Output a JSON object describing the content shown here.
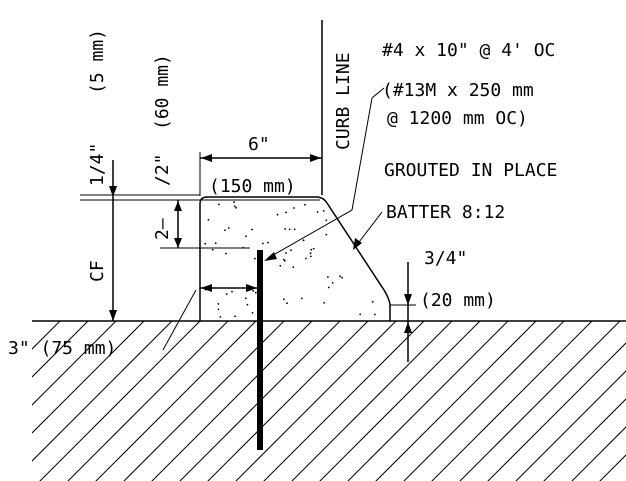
{
  "labels": {
    "quarter_in": "1/4\"",
    "five_mm": "(5 mm)",
    "half_in": "/2\"",
    "sixty_mm": "(60 mm)",
    "curb_line": "CURB LINE",
    "six_in": "6\"",
    "one_fifty_mm": "(150 mm)",
    "two_dash": "2–",
    "cf": "CF",
    "three_in_75mm": "3\" (75 mm)",
    "rebar_line1": "#4 x 10\" @ 4' OC",
    "rebar_line2": "(#13M x 250 mm",
    "rebar_line3": "@ 1200 mm OC)",
    "grouted": "GROUTED IN PLACE",
    "batter": "BATTER 8:12",
    "three_quarter_in": "3/4\"",
    "twenty_mm": "(20 mm)"
  },
  "colors": {
    "ink": "#000000",
    "paper": "#ffffff"
  }
}
